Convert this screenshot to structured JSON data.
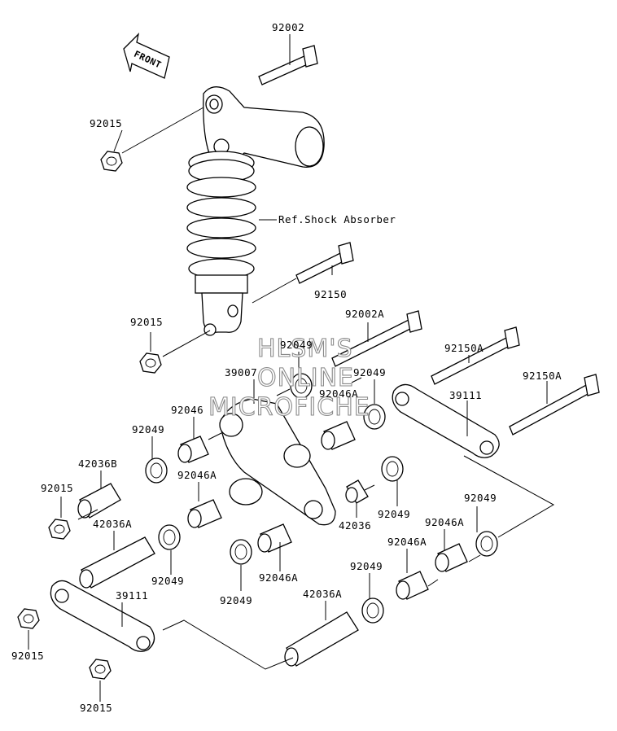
{
  "front_arrow": {
    "label": "FRONT"
  },
  "ref_label": "Ref.Shock Absorber",
  "watermark": [
    "HLSM'S",
    "ONLINE",
    "MICROFICHE"
  ],
  "part_labels": [
    "92002",
    "92015",
    "92150",
    "92015",
    "92002A",
    "92150A",
    "92049",
    "39007",
    "92049",
    "92046A",
    "39111",
    "92150A",
    "92046",
    "92049",
    "42036B",
    "92046A",
    "92015",
    "42036A",
    "92049",
    "92049",
    "42036",
    "92046A",
    "92049",
    "92046A",
    "92049",
    "92046A",
    "92049",
    "39111",
    "42036A",
    "92015",
    "92015"
  ]
}
